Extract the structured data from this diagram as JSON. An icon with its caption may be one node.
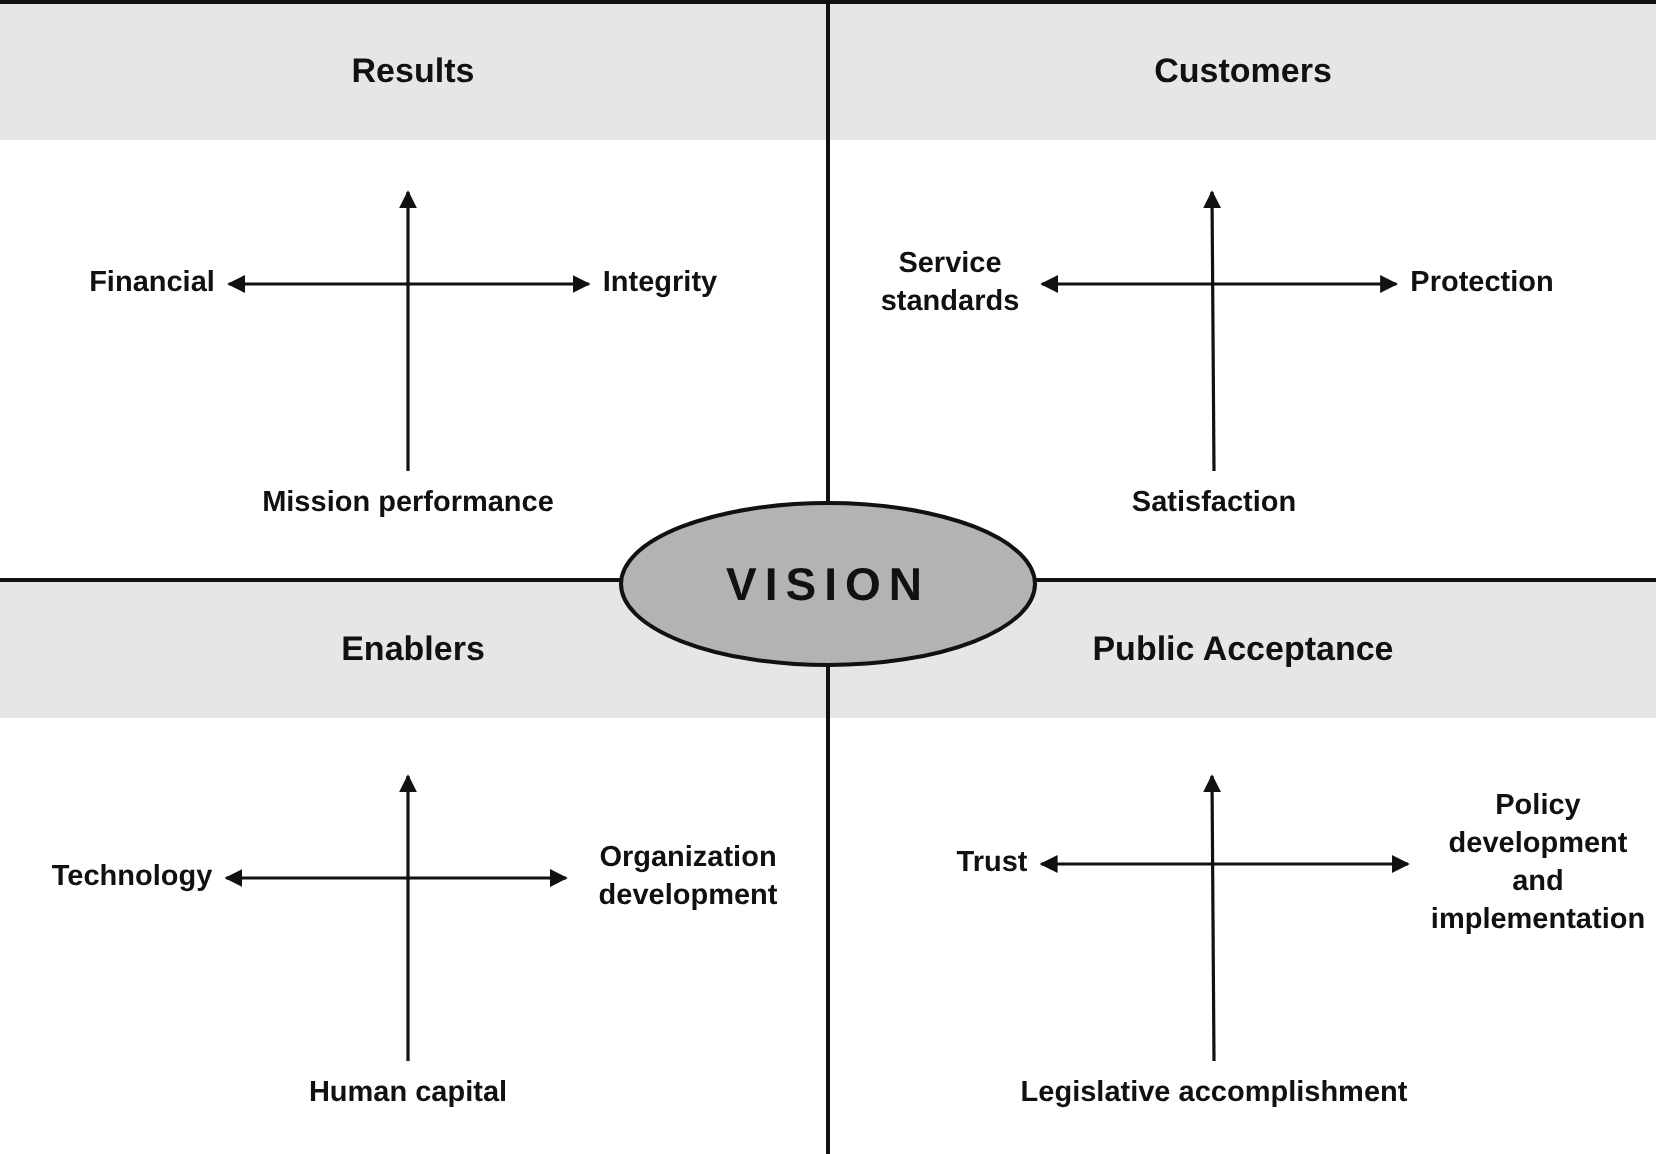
{
  "diagram": {
    "nodes": [
      {
        "text": [
          "Results"
        ]
      },
      {
        "text": [
          "Financial"
        ],
        "in": 0
      },
      {
        "text": [
          "Integrity"
        ],
        "in": 0
      },
      {
        "text": [
          "Mission performance"
        ],
        "in": 0
      },
      {
        "text": [
          "Customers"
        ]
      },
      {
        "text": [
          "Service standards"
        ],
        "in": 4
      },
      {
        "text": [
          "Protection"
        ],
        "in": 4
      },
      {
        "text": [
          "Satisfaction"
        ],
        "in": 4
      },
      {
        "text": [
          "VISION"
        ]
      },
      {
        "text": [
          "Enablers"
        ]
      },
      {
        "text": [
          "Technology"
        ],
        "in": 9
      },
      {
        "text": [
          "Organization development"
        ],
        "in": 9
      },
      {
        "text": [
          "Human capital"
        ],
        "in": 9
      },
      {
        "text": [
          "Public Acceptance"
        ]
      },
      {
        "text": [
          "Trust"
        ],
        "in": 13
      },
      {
        "text": [
          "Policy development and implementation"
        ],
        "in": 13
      },
      {
        "text": [
          "Legislative accomplishment"
        ],
        "in": 13
      }
    ],
    "edges": [
      {
        "from": 1,
        "to": 2,
        "arrow": "both"
      },
      {
        "from": 3,
        "to": null,
        "arrow": "to"
      },
      {
        "from": 5,
        "to": 6,
        "arrow": "both"
      },
      {
        "from": 7,
        "to": null,
        "arrow": "to"
      },
      {
        "from": 10,
        "to": 11,
        "arrow": "both"
      },
      {
        "from": 12,
        "to": null,
        "arrow": "to"
      },
      {
        "from": 14,
        "to": 15,
        "arrow": "both"
      },
      {
        "from": 16,
        "to": null,
        "arrow": "to"
      }
    ]
  }
}
